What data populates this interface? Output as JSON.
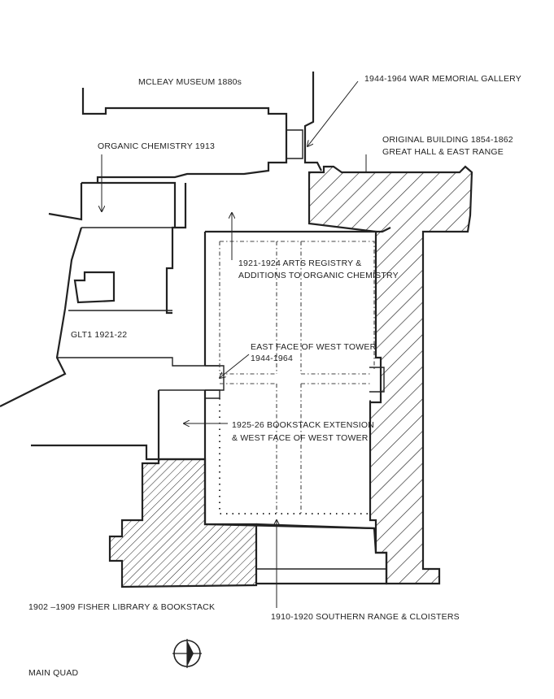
{
  "labels": {
    "mcleay_museum": "MCLEAY MUSEUM 1880s",
    "war_memorial": "1944-1964  WAR MEMORIAL GALLERY",
    "organic_chemistry": "ORGANIC CHEMISTRY 1913",
    "original_building_line1": "ORIGINAL BUILDING 1854-1862",
    "original_building_line2": "GREAT HALL & EAST RANGE",
    "arts_registry_line1": "1921-1924 ARTS REGISTRY &",
    "arts_registry_line2": "ADDITIONS TO ORGANIC CHEMISTRY",
    "glt1": "GLT1 1921-22",
    "east_face_line1": "EAST FACE OF WEST TOWER",
    "east_face_line2": "1944-1964",
    "bookstack_ext_line1": "1925-26 BOOKSTACK EXTENSION",
    "bookstack_ext_line2": "& WEST FACE OF WEST TOWER",
    "fisher_library": "1902 –1909  FISHER LIBRARY & BOOKSTACK",
    "southern_range": "1910-1920 SOUTHERN RANGE & CLOISTERS",
    "main_quad": "MAIN QUAD"
  },
  "icons": {
    "compass": "north-point-compass-icon"
  }
}
